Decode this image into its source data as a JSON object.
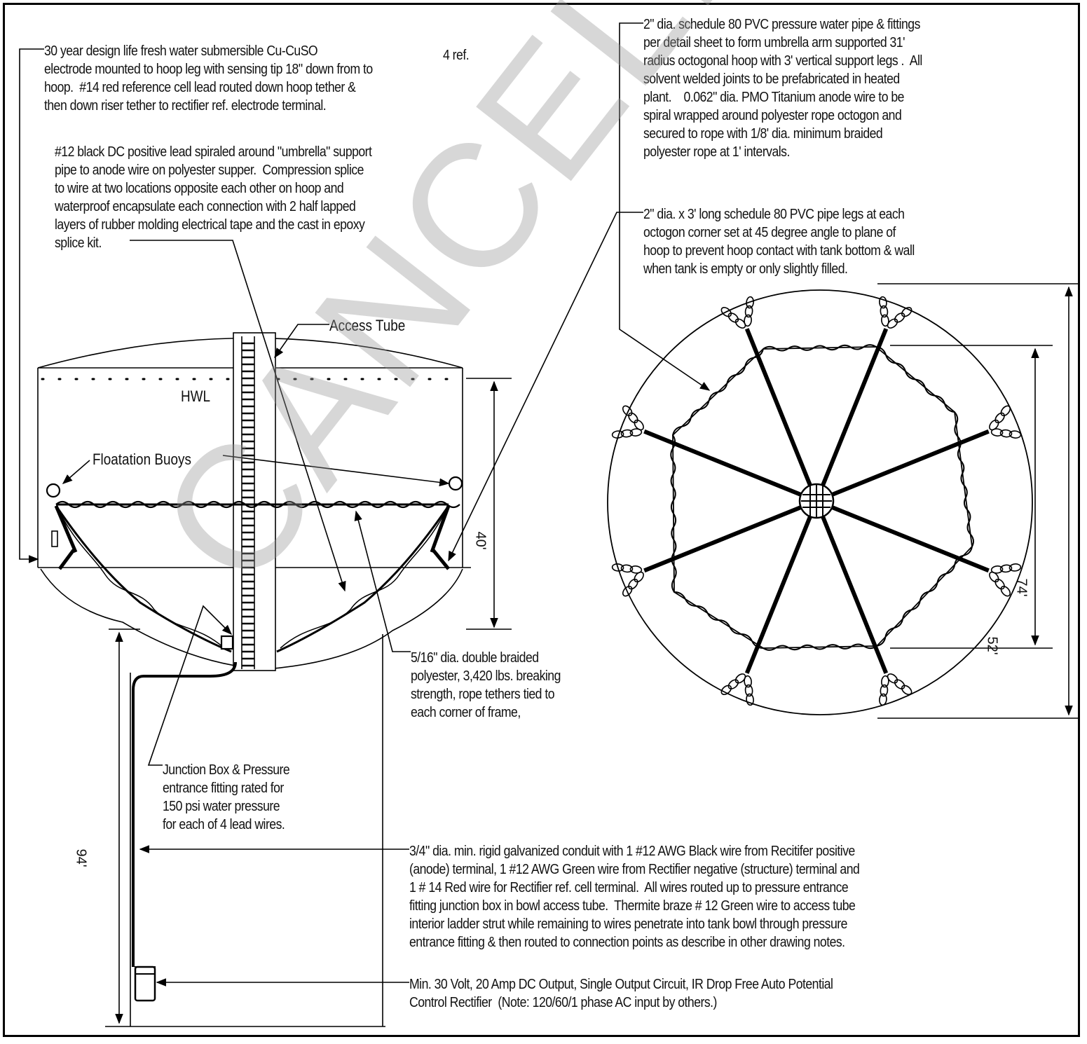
{
  "notes": {
    "electrode": "30 year design life fresh water submersible Cu-CuSO\nelectrode mounted to hoop leg with sensing tip 18\" down from to\nhoop.  #14 red reference cell lead routed down hoop tether &\nthen down riser tether to rectifier ref. electrode terminal.",
    "electrode_ref": "4 ref.",
    "dc_lead": "#12 black DC positive lead spiraled around \"umbrella\" support\npipe to anode wire on polyester supper.  Compression splice\nto wire at two locations opposite each other on hoop and\nwaterproof encapsulate each connection with 2 half lapped\nlayers of rubber molding electrical tape and the cast in epoxy\nsplice kit.",
    "pvc_pipe": "2\" dia. schedule 80 PVC pressure water pipe & fittings\nper detail sheet to form umbrella arm supported 31'\nradius octogonal hoop with 3' vertical support legs .  All\nsolvent welded joints to be prefabricated in heated\nplant.    0.062\" dia. PMO Titanium anode wire to be\nspiral wrapped around polyester rope octogon and\nsecured to rope with 1/8' dia. minimum braided\npolyester rope at 1' intervals.",
    "pvc_legs": "2\" dia. x 3' long schedule 80 PVC pipe legs at each\noctogon corner set at 45 degree angle to plane of\nhoop to prevent hoop contact with tank bottom & wall\nwhen tank is empty or only slightly filled.",
    "access_tube": "Access Tube",
    "hwl": "HWL",
    "buoys": "Floatation Buoys",
    "rope_tethers": "5/16\" dia. double braided\npolyester, 3,420 lbs. breaking\nstrength, rope tethers tied to\neach corner of frame,",
    "junction_box": "Junction Box & Pressure\nentrance fitting rated for\n150 psi water pressure\nfor each of 4 lead wires.",
    "conduit": "3/4\" dia. min. rigid galvanized conduit with 1 #12 AWG Black wire from Recitifer positive\n(anode) terminal, 1 #12 AWG Green wire from Rectifier negative (structure) terminal and\n1 # 14 Red wire for Rectifier ref. cell terminal.  All wires routed up to pressure entrance\nfitting junction box in bowl access tube.  Thermite braze # 12 Green wire to access tube\ninterior ladder strut while remaining to wires penetrate into tank bowl through pressure\nentrance fitting & then routed to connection points as describe in other drawing notes.",
    "rectifier": "Min. 30 Volt, 20 Amp DC Output, Single Output Circuit, IR Drop Free Auto Potential\nControl Rectifier  (Note: 120/60/1 phase AC input by others.)"
  },
  "dimensions": {
    "hoop_height": "40'",
    "tank_dia": "74'",
    "hoop_dia": "52'",
    "riser_height": "94'"
  },
  "watermark": "CANCELLED"
}
